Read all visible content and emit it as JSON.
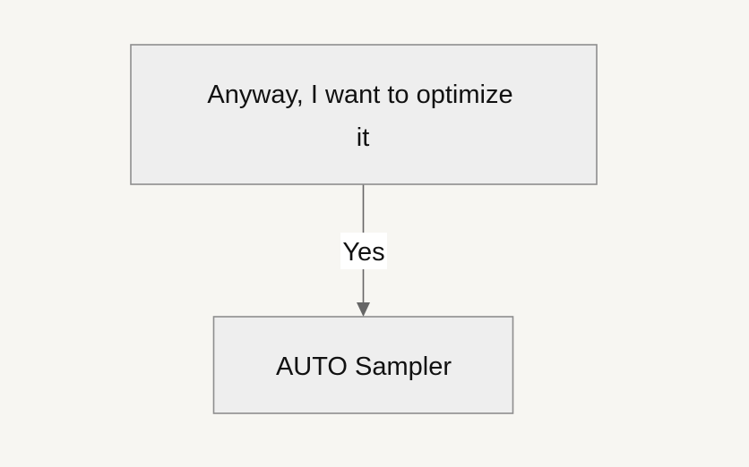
{
  "diagram": {
    "nodes": [
      {
        "id": "n1",
        "label_lines": [
          "Anyway, I want to optimize",
          "it"
        ]
      },
      {
        "id": "n2",
        "label_lines": [
          "AUTO Sampler"
        ]
      }
    ],
    "edges": [
      {
        "from": "n1",
        "to": "n2",
        "label": "Yes"
      }
    ]
  },
  "colors": {
    "background": "#f7f6f2",
    "node_fill": "#eeeeee",
    "node_stroke": "#8e8e8e",
    "edge": "#666666",
    "edge_label_bg": "#ffffff"
  }
}
